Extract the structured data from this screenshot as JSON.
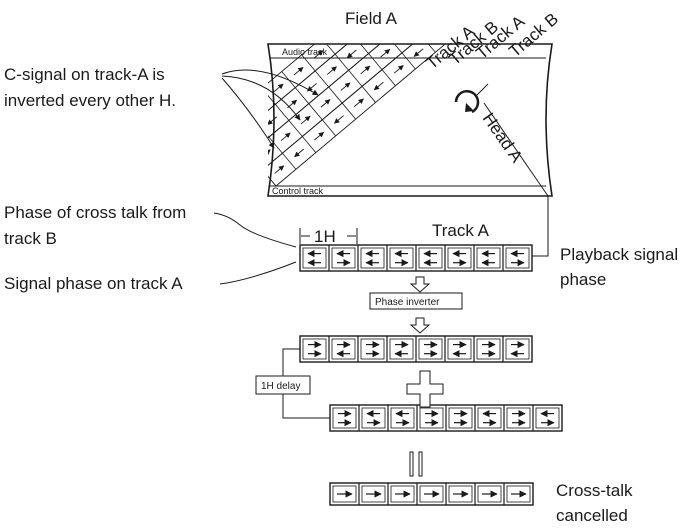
{
  "title": "Field A",
  "tape": {
    "audio_track_label": "Audio track",
    "control_track_label": "Control track",
    "track_labels": [
      "Track A",
      "Track B",
      "Track A",
      "Track B"
    ],
    "head_label": "Head A"
  },
  "annotations": {
    "c_signal_line1": "C-signal on track-A is",
    "c_signal_line2": "inverted every other H.",
    "crosstalk_line1": "Phase of cross talk from",
    "crosstalk_line2": "track B",
    "signal_phase": "Signal phase on track A",
    "playback_line1": "Playback signal",
    "playback_line2": "phase",
    "one_h": "1H",
    "track_a": "Track A",
    "phase_inverter": "Phase inverter",
    "one_h_delay": "1H delay",
    "result_line1": "Cross-talk",
    "result_line2": "cancelled"
  },
  "rows": {
    "playback": {
      "top": [
        "left",
        "left",
        "left",
        "left",
        "left",
        "left",
        "left",
        "left"
      ],
      "bottom": [
        "left",
        "right",
        "left",
        "right",
        "left",
        "right",
        "left",
        "right"
      ]
    },
    "inverted": {
      "top": [
        "right",
        "right",
        "right",
        "right",
        "right",
        "right",
        "right",
        "right"
      ],
      "bottom": [
        "right",
        "left",
        "right",
        "left",
        "right",
        "left",
        "right",
        "left"
      ]
    },
    "delayed": {
      "top": [
        "right",
        "left",
        "left",
        "right",
        "right",
        "left",
        "right",
        "left"
      ],
      "bottom": [
        "right",
        "right",
        "right",
        "right",
        "right",
        "right",
        "right",
        "right"
      ]
    },
    "result": {
      "top": [
        "right",
        "right",
        "right",
        "right",
        "right",
        "right",
        "right"
      ]
    }
  }
}
